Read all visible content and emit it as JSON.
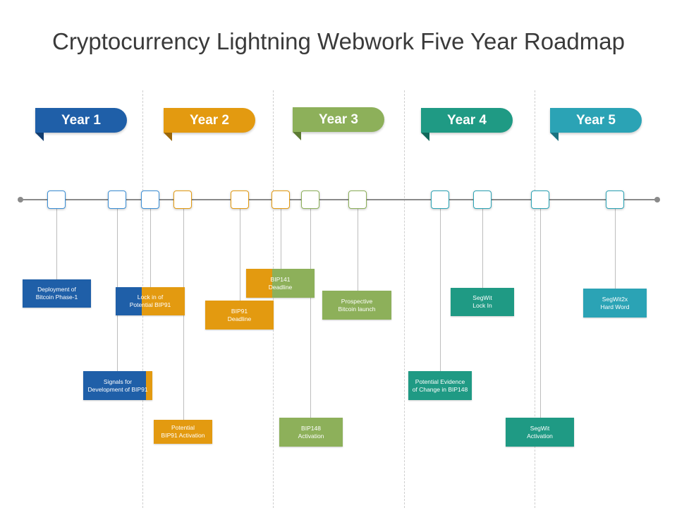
{
  "title": "Cryptocurrency Lightning Webwork Five Year Roadmap",
  "colors": {
    "year1": "#1f5fa8",
    "year2": "#e39a10",
    "year3": "#8db05a",
    "year4": "#1f9a84",
    "year5": "#2ba3b5",
    "axis": "#8a8a8a",
    "marker_border": "#3b8fd6"
  },
  "years": [
    {
      "label": "Year 1"
    },
    {
      "label": "Year 2"
    },
    {
      "label": "Year 3"
    },
    {
      "label": "Year 4"
    },
    {
      "label": "Year 5"
    }
  ],
  "milestones": [
    {
      "text": "Deployment of\nBitcoin Phase-1"
    },
    {
      "text": "Signals for\nDevelopment of BIP91"
    },
    {
      "text": "Lock in of\nPotential BIP91"
    },
    {
      "text": "Potential\nBIP91 Activation"
    },
    {
      "text": "BIP91\nDeadline"
    },
    {
      "text": "BIP141\nDeadline"
    },
    {
      "text": "BIP148\nActivation"
    },
    {
      "text": "Prospective\nBitcoin launch"
    },
    {
      "text": "Potential Evidence\nof Change in BIP148"
    },
    {
      "text": "SegWit\nLock In"
    },
    {
      "text": "SegWit\nActivation"
    },
    {
      "text": "SegWit2x\nHard Word"
    }
  ]
}
